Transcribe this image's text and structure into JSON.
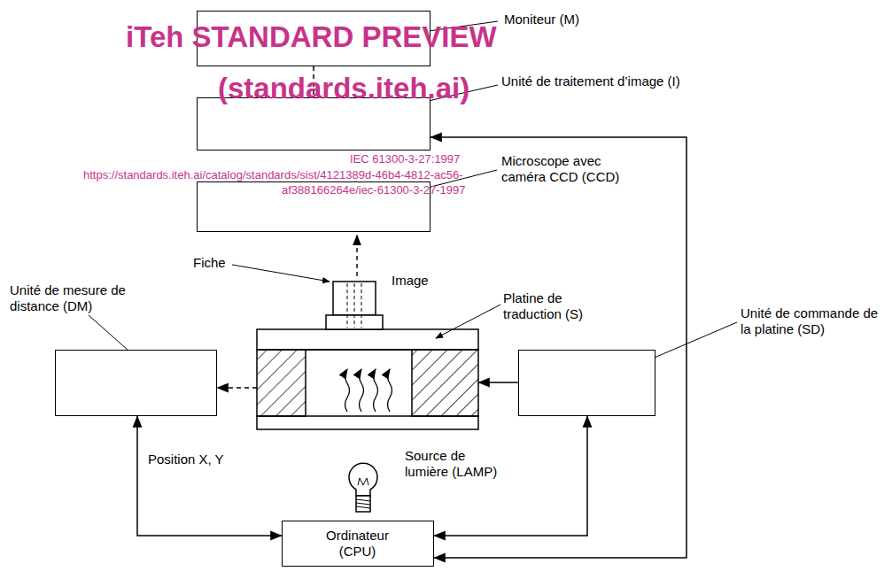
{
  "diagram": {
    "nodes": [
      {
        "text": [
          "Moniteur (M)"
        ]
      },
      {
        "text": [
          "Unité de traitement d’image (I)"
        ]
      },
      {
        "text": [
          "Microscope avec caméra CCD (CCD)"
        ]
      },
      {
        "text": [
          "Platine de traduction (S)"
        ]
      },
      {
        "text": [
          "Unité de mesure de distance (DM)"
        ]
      },
      {
        "text": [
          "Unité de commande de la platine (SD)"
        ]
      },
      {
        "text": [
          "Ordinateur (CPU)"
        ]
      }
    ],
    "edges": [
      {
        "from": 0,
        "to": 1,
        "arrow": "none"
      },
      {
        "from": 3,
        "to": 4,
        "arrow": "to"
      },
      {
        "from": 5,
        "to": 3,
        "arrow": "to"
      },
      {
        "from": 4,
        "to": 6,
        "arrow": "both",
        "label": "Position X, Y"
      },
      {
        "from": 6,
        "to": 5,
        "arrow": "both"
      },
      {
        "from": 1,
        "to": 6,
        "arrow": "both"
      }
    ],
    "labels": [
      "Fiche",
      "Image",
      "Source de lumière (LAMP)",
      "iTeh STANDARD PREVIEW",
      "(standards.iteh.ai)",
      "IEC 61300-3-27:1997",
      "https://standards.iteh.ai/catalog/standards/sist/4121389d-46b4-4812-ac56-",
      "af388166264e/iec-61300-3-27-1997"
    ]
  }
}
